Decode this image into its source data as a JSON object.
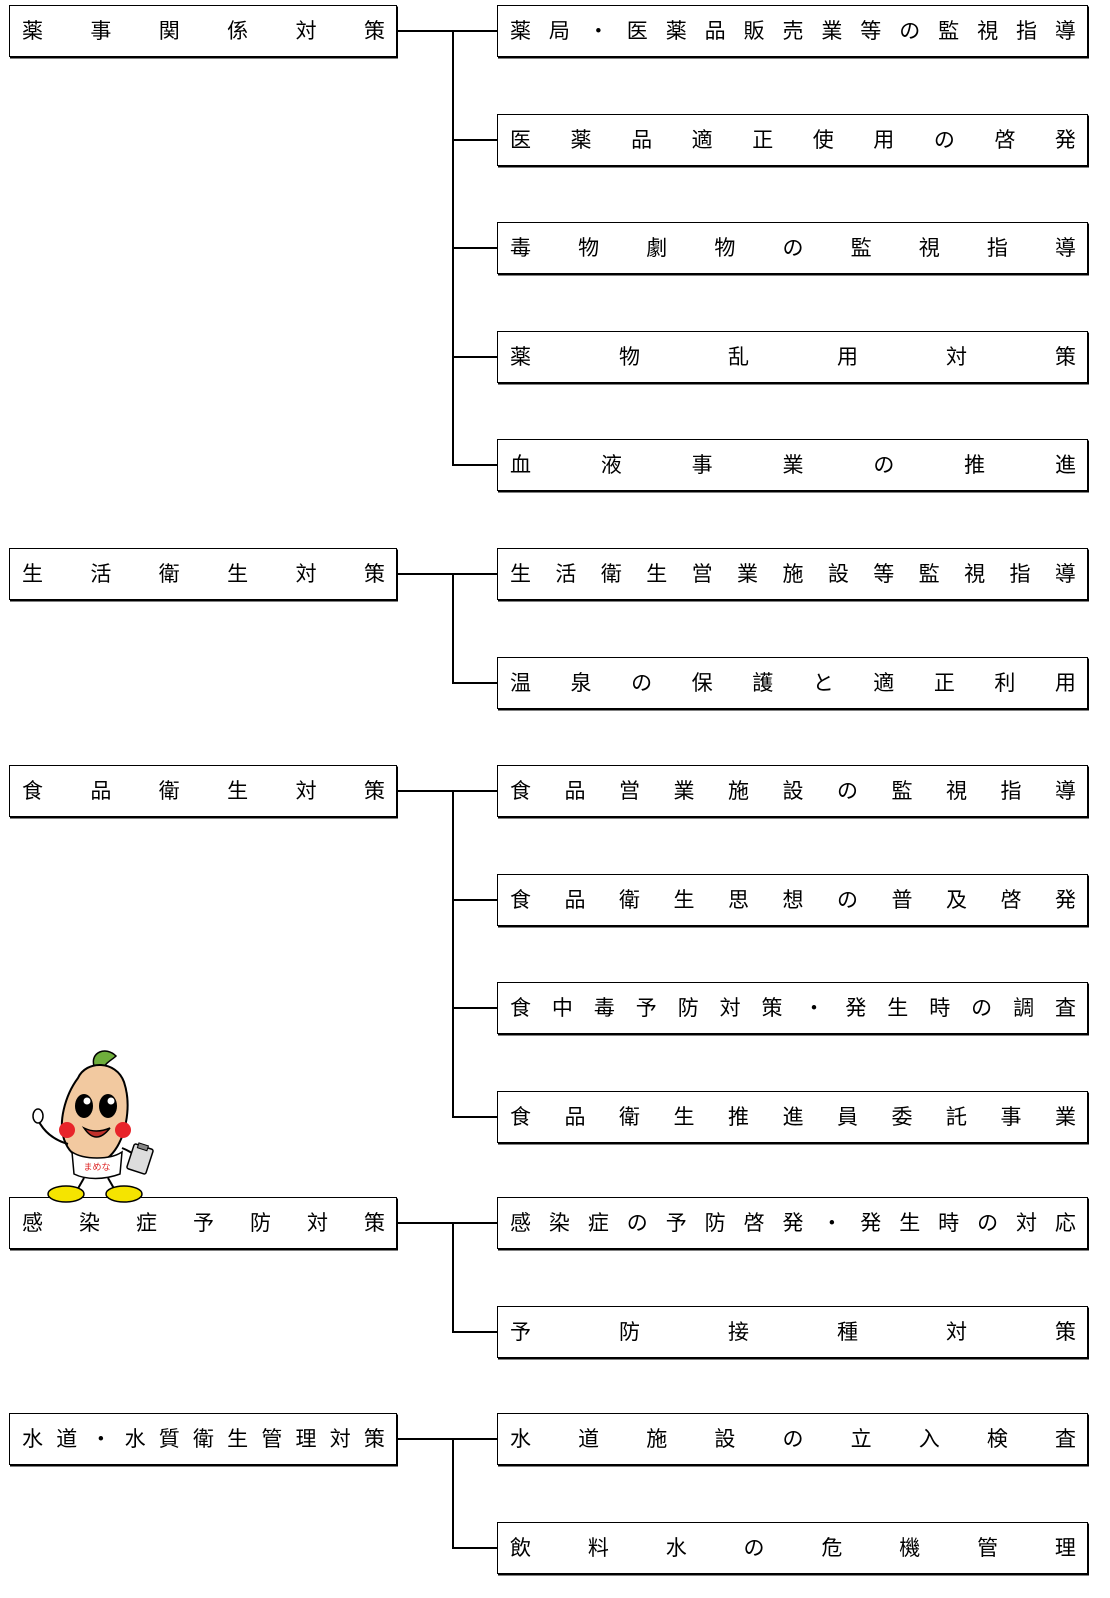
{
  "groups": [
    {
      "label": "薬事関係対策",
      "items": [
        "薬局・医薬品販売業等の監視指導",
        "医薬品適正使用の啓発",
        "毒物劇物の監視指導",
        "薬物乱用対策",
        "血液事業の推進"
      ]
    },
    {
      "label": "生活衛生対策",
      "items": [
        "生活衛生営業施設等監視指導",
        "温泉の保護と適正利用"
      ]
    },
    {
      "label": "食品衛生対策",
      "items": [
        "食品営業施設の監視指導",
        "食品衛生思想の普及啓発",
        "食中毒予防対策・発生時の調査",
        "食品衛生推進員委託事業"
      ]
    },
    {
      "label": "感染症予防対策",
      "items": [
        "感染症の予防啓発・発生時の対応",
        "予防接種対策"
      ]
    },
    {
      "label": "水道・水質衛生管理対策",
      "items": [
        "水道施設の立入検査",
        "飲料水の危機管理"
      ]
    }
  ],
  "mascot": {
    "shirt_text": "まめな"
  },
  "colors": {
    "line": "#000000",
    "background": "#ffffff",
    "mascot_body": "#f2c9a0",
    "mascot_leaf": "#6fae3c",
    "mascot_shoes": "#f5e400",
    "mascot_cheeks": "#e8242a"
  }
}
